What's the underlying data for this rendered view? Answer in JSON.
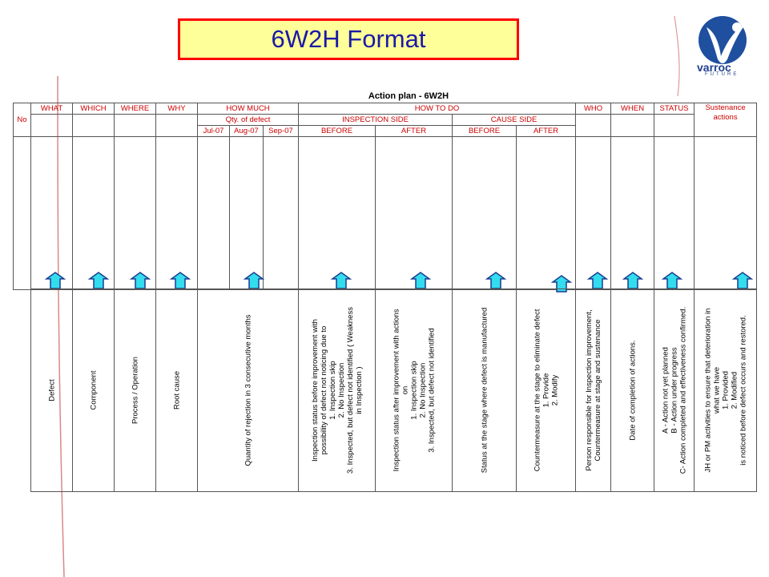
{
  "header": {
    "title": "6W2H Format",
    "logo_text": "varroc",
    "logo_sub": "FUTURE"
  },
  "plan": {
    "title": "Action plan - 6W2H",
    "headers": {
      "no": "No",
      "what": "WHAT",
      "which": "WHICH",
      "where": "WHERE",
      "why": "WHY",
      "how_much": "HOW MUCH",
      "how_to_do": "HOW TO DO",
      "who": "WHO",
      "when": "WHEN",
      "status": "STATUS",
      "sustenance": "Sustenance\nactions",
      "qty_of_defect": "Qty. of defect",
      "inspection_side": "INSPECTION SIDE",
      "cause_side": "CAUSE SIDE",
      "months": [
        "Jul-07",
        "Aug-07",
        "Sep-07"
      ],
      "before": "BEFORE",
      "after": "AFTER"
    }
  },
  "descriptions": [
    "Defect",
    "Component",
    "Process / Operation",
    "Root cause",
    "Quantity of rejection in 3 consecutive months",
    "Inspection status before improvement with\npossibility of defect not noticing due to\n1. Inspection skip\n2. No Inspection\n3. Inspected, but defect not identified ( Weakness\nin Inspection )",
    "Inspection status after improvement with actions\non\n1. Inspection skip\n2. No Inspection\n3. Inspected, but defect not identified",
    "Status at the stage where defect is manufactured",
    "Countermeasure at the stage to eliminate defect\n1. Provide\n2. Modify",
    "Person responsible for Inspection improvement,\nCountermeasure at stage and sustenance",
    "Date of completion of actions.",
    "A - Action not yet planned\nB - Action under progress\nC- Action completed and effectiveness confirmed.",
    "JH or PM activities to ensure that deterioration in\nwhat we have\n1. Provided\n2. Modified\nis noticed before defect occurs and restored."
  ],
  "colors": {
    "title_bg": "#ffff99",
    "title_border": "#ff0000",
    "title_text": "#1a1aa6",
    "header_text": "#cc0000",
    "arrow_fill": "#33ddee",
    "arrow_stroke": "#1a3d8f",
    "curve": "#cc4444"
  }
}
